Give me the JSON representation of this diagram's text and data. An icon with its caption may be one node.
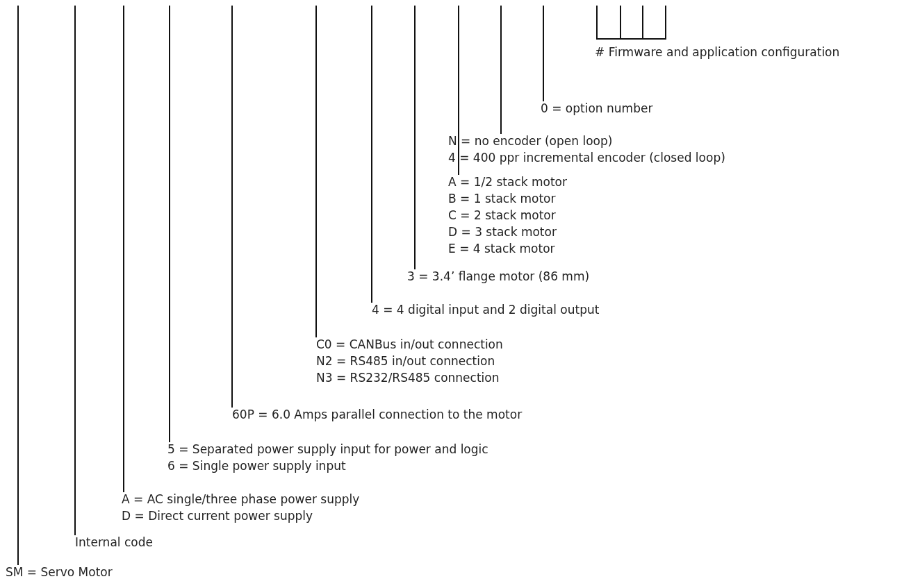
{
  "diagram": {
    "nodes": [
      {
        "text": [
          "0 = option number"
        ]
      },
      {
        "text": [
          "N = no encoder (open loop)",
          "4 = 400 ppr incremental encoder (closed loop)"
        ]
      },
      {
        "text": [
          "A = 1/2 stack motor",
          "B = 1 stack motor",
          "C = 2 stack motor",
          "D = 3 stack motor",
          "E = 4 stack motor"
        ]
      },
      {
        "text": [
          "3 = 3.4’ flange motor (86 mm)"
        ]
      },
      {
        "text": [
          "4 = 4 digital input and 2 digital output"
        ]
      },
      {
        "text": [
          "C0 = CANBus in/out connection",
          "N2 = RS485 in/out connection",
          "N3 = RS232/RS485 connection"
        ]
      },
      {
        "text": [
          "60P = 6.0 Amps parallel connection to the motor"
        ]
      },
      {
        "text": [
          "5 = Separated power supply input for power and logic",
          "6 = Single power supply input"
        ]
      },
      {
        "text": [
          "A = AC single/three phase power supply",
          "D = Direct current power supply"
        ]
      },
      {
        "text": [
          "Internal code"
        ]
      },
      {
        "text": [
          "SM = Servo Motor"
        ]
      }
    ],
    "edges": [
      {
        "from": 0,
        "to": null,
        "arrow": "none"
      },
      {
        "from": 1,
        "to": null,
        "arrow": "none"
      },
      {
        "from": 2,
        "to": null,
        "arrow": "none"
      },
      {
        "from": 3,
        "to": null,
        "arrow": "none"
      },
      {
        "from": 4,
        "to": null,
        "arrow": "none"
      },
      {
        "from": 5,
        "to": null,
        "arrow": "none"
      },
      {
        "from": 6,
        "to": null,
        "arrow": "none"
      },
      {
        "from": 7,
        "to": null,
        "arrow": "none"
      },
      {
        "from": 8,
        "to": null,
        "arrow": "none"
      },
      {
        "from": 9,
        "to": null,
        "arrow": "none"
      },
      {
        "from": 10,
        "to": null,
        "arrow": "none"
      }
    ],
    "labels": [
      "# Firmware and application configuration"
    ]
  }
}
